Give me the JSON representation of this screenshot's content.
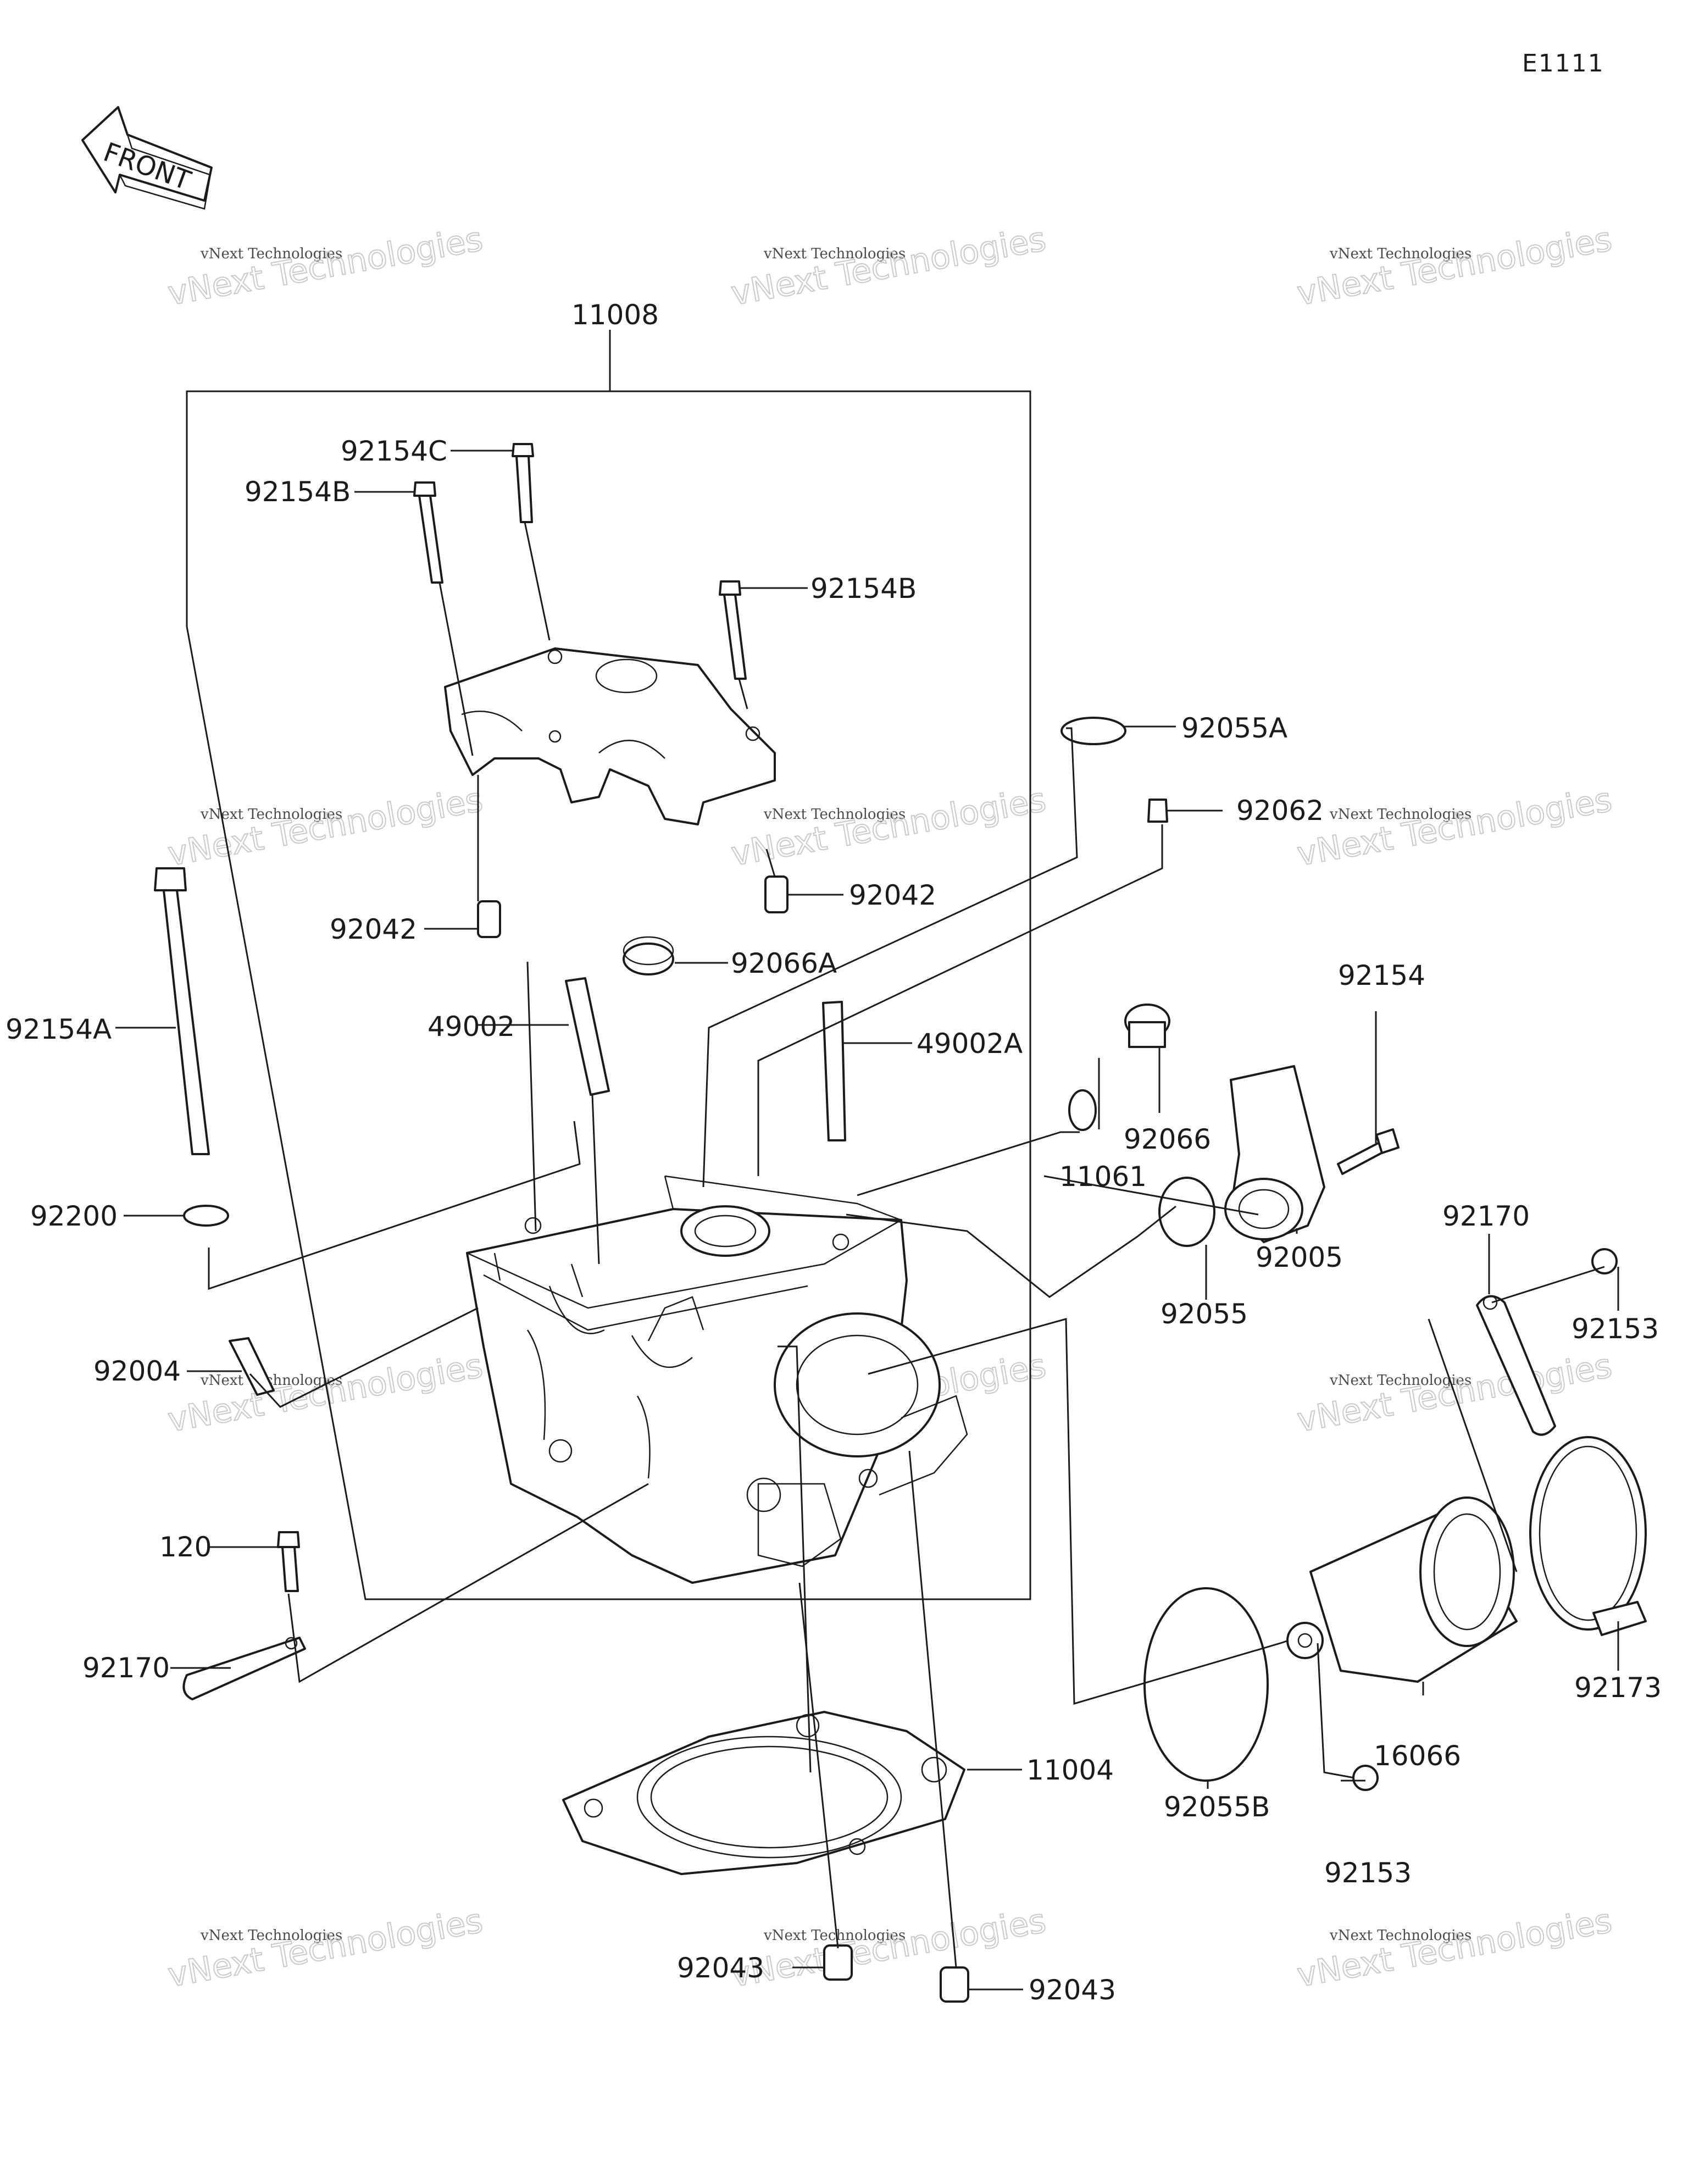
{
  "diagram": {
    "code": "E1111",
    "front_label": "FRONT",
    "watermark": {
      "line1": "vNext Technologies",
      "line2": "vNext Technologies"
    },
    "labels": {
      "assembly": "11008",
      "bolt_c": "92154C",
      "bolt_b_left": "92154B",
      "bolt_b_right": "92154B",
      "oring_a": "92055A",
      "plug_62": "92062",
      "dowel_left": "92042",
      "dowel_right": "92042",
      "plug_66a": "92066A",
      "guide": "49002",
      "guide_a": "49002A",
      "bolt_a": "92154A",
      "bolt_92154": "92154",
      "oring_11061": "11061",
      "plug_92066": "92066",
      "washer": "92200",
      "oring_92055": "92055",
      "fitting": "92005",
      "stud": "92004",
      "clamp_band": "92170",
      "screw_right": "92153",
      "bolt_120": "120",
      "plate_left": "92170",
      "gasket": "11004",
      "oring_b": "92055B",
      "holder": "16066",
      "clamp": "92173",
      "screw_bottom": "92153",
      "dowel_bottom_left": "92043",
      "dowel_bottom_right": "92043"
    }
  }
}
